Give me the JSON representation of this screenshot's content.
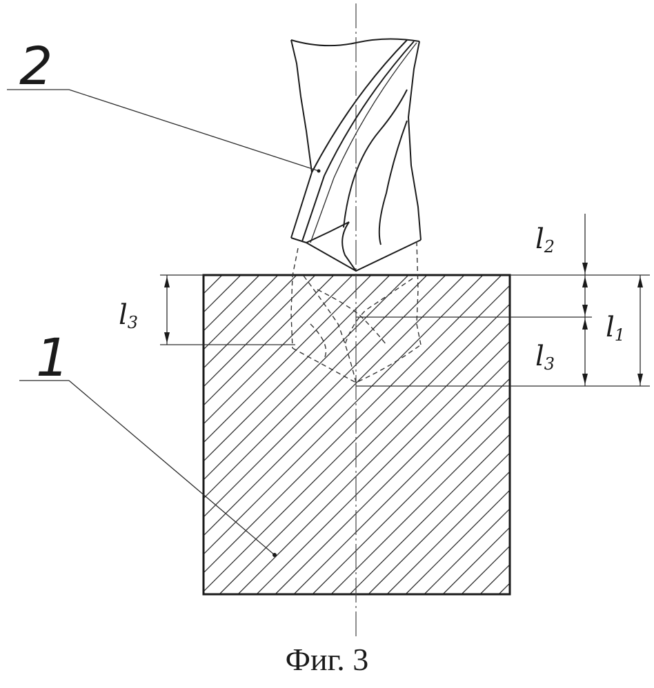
{
  "caption": "Фиг. 3",
  "labels": {
    "part_1": "1",
    "part_2": "2",
    "dim_l1": "l1",
    "dim_l2": "l2",
    "dim_l3_left": "l3",
    "dim_l3_right": "l3"
  },
  "colors": {
    "ink": "#1a1a1a",
    "paper": "#ffffff"
  }
}
